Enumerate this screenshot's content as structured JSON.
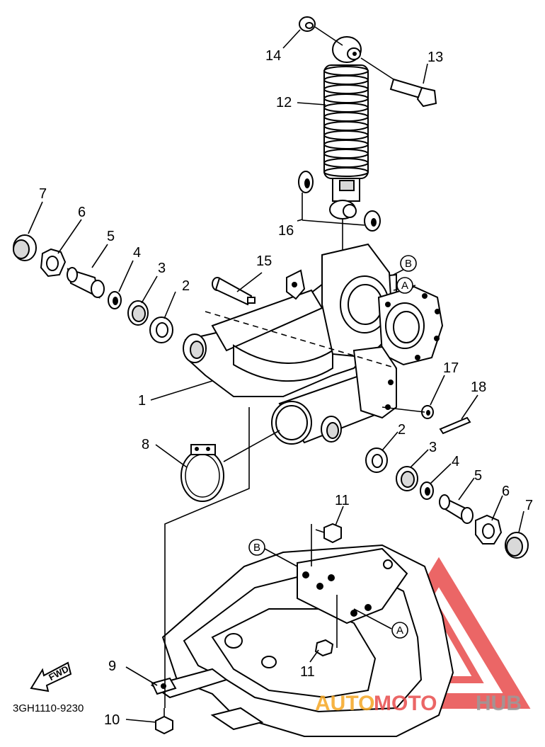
{
  "callouts": {
    "c1": "1",
    "c2a": "2",
    "c2b": "2",
    "c3a": "3",
    "c3b": "3",
    "c4a": "4",
    "c4b": "4",
    "c5a": "5",
    "c5b": "5",
    "c6a": "6",
    "c6b": "6",
    "c7a": "7",
    "c7b": "7",
    "c8": "8",
    "c9": "9",
    "c10": "10",
    "c11a": "11",
    "c11b": "11",
    "c12": "12",
    "c13": "13",
    "c14": "14",
    "c15": "15",
    "c16": "16",
    "c17": "17",
    "c18": "18"
  },
  "markers": {
    "a1": "A",
    "b1": "B",
    "a2": "A",
    "b2": "B"
  },
  "fwd_label": "FWD",
  "diagram_code": "3GH1110-9230",
  "watermark": {
    "part1": "AUTO",
    "part2": "MOTO",
    "part3": "HUB"
  },
  "colors": {
    "line": "#000000",
    "watermark_red": "#e84c4c",
    "watermark_orange": "#f5a623",
    "watermark_gray": "#9a9a9a"
  }
}
